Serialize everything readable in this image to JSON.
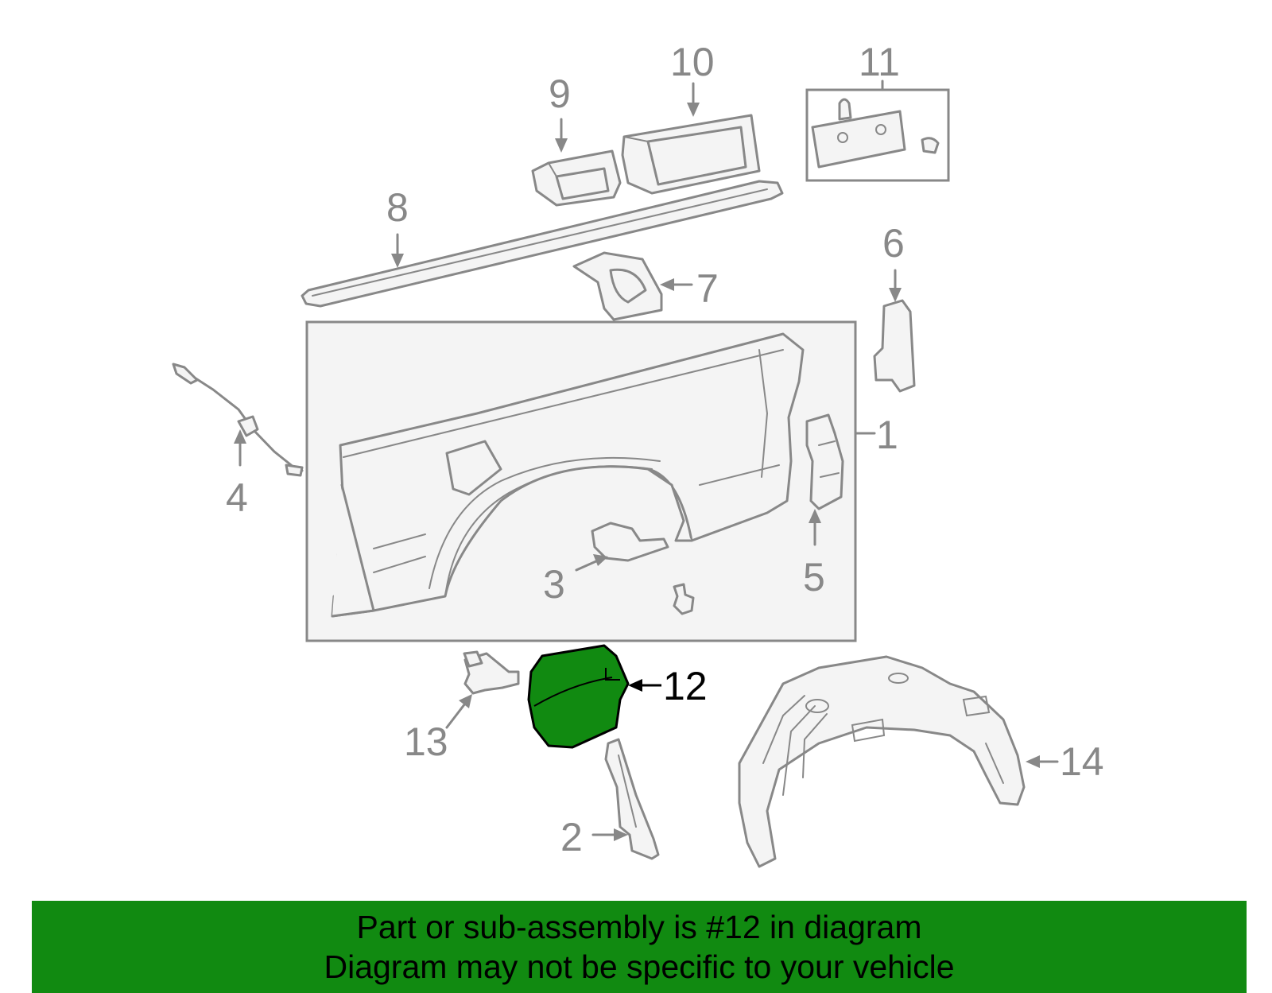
{
  "diagram": {
    "callouts": [
      {
        "number": "1"
      },
      {
        "number": "2"
      },
      {
        "number": "3"
      },
      {
        "number": "4"
      },
      {
        "number": "5"
      },
      {
        "number": "6"
      },
      {
        "number": "7"
      },
      {
        "number": "8"
      },
      {
        "number": "9"
      },
      {
        "number": "10"
      },
      {
        "number": "11"
      },
      {
        "number": "12"
      },
      {
        "number": "13"
      },
      {
        "number": "14"
      }
    ],
    "highlighted_part": "12",
    "colors": {
      "line_art": "#888888",
      "highlight_fill": "#118a11",
      "highlight_text": "#000000",
      "banner_background": "#118a11"
    }
  },
  "banner": {
    "line1": "Part or sub-assembly is #12 in diagram",
    "line2": "Diagram may not be specific to your vehicle"
  }
}
